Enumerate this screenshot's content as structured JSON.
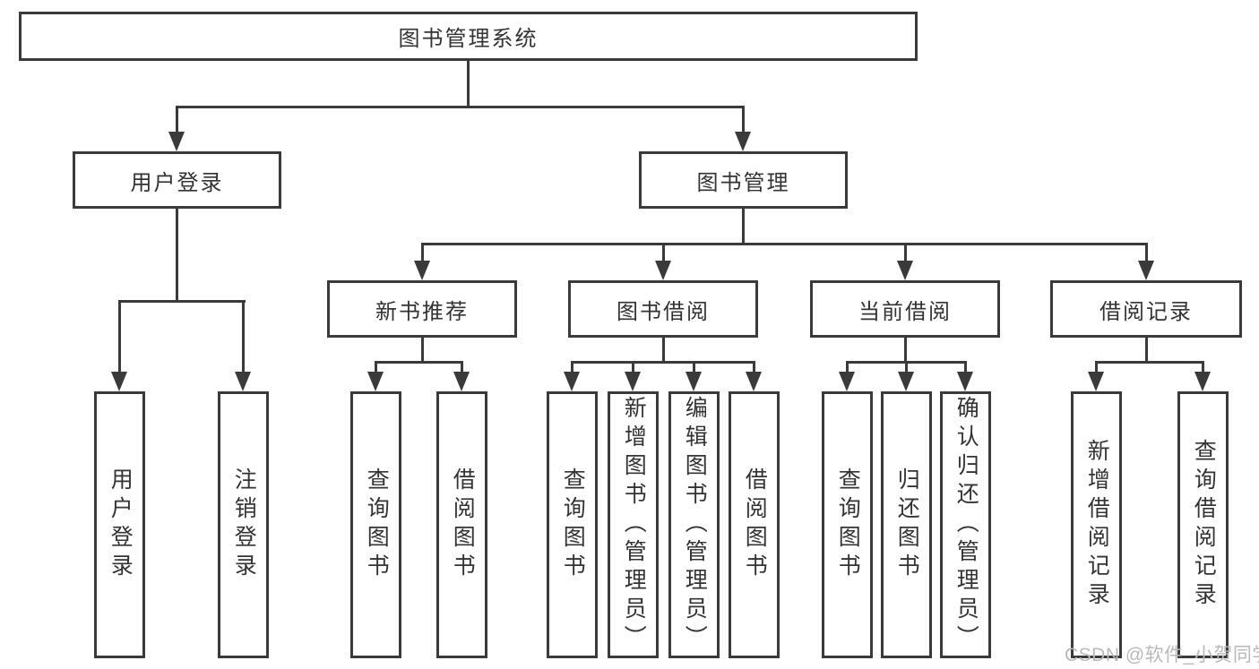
{
  "colors": {
    "line": "#3a3a3a",
    "text": "#333333",
    "box_background": "#ffffff",
    "page_background": "#ffffff",
    "watermark": "#b9b9b9"
  },
  "root": {
    "label": "图书管理系统"
  },
  "branches": {
    "login": {
      "label": "用户登录",
      "children": [
        {
          "label": "用户登录"
        },
        {
          "label": "注销登录"
        }
      ]
    },
    "mgmt": {
      "label": "图书管理",
      "groups": [
        {
          "label": "新书推荐",
          "children": [
            {
              "label": "查询图书"
            },
            {
              "label": "借阅图书"
            }
          ]
        },
        {
          "label": "图书借阅",
          "children": [
            {
              "label": "查询图书"
            },
            {
              "label": "新增图书（管理员）"
            },
            {
              "label": "编辑图书（管理员）"
            },
            {
              "label": "借阅图书"
            }
          ]
        },
        {
          "label": "当前借阅",
          "children": [
            {
              "label": "查询图书"
            },
            {
              "label": "归还图书"
            },
            {
              "label": "确认归还（管理员）"
            }
          ]
        },
        {
          "label": "借阅记录",
          "children": [
            {
              "label": "新增借阅记录"
            },
            {
              "label": "查询借阅记录"
            }
          ]
        }
      ]
    }
  },
  "watermark": {
    "text": "CSDN @软件_小贺同学"
  }
}
